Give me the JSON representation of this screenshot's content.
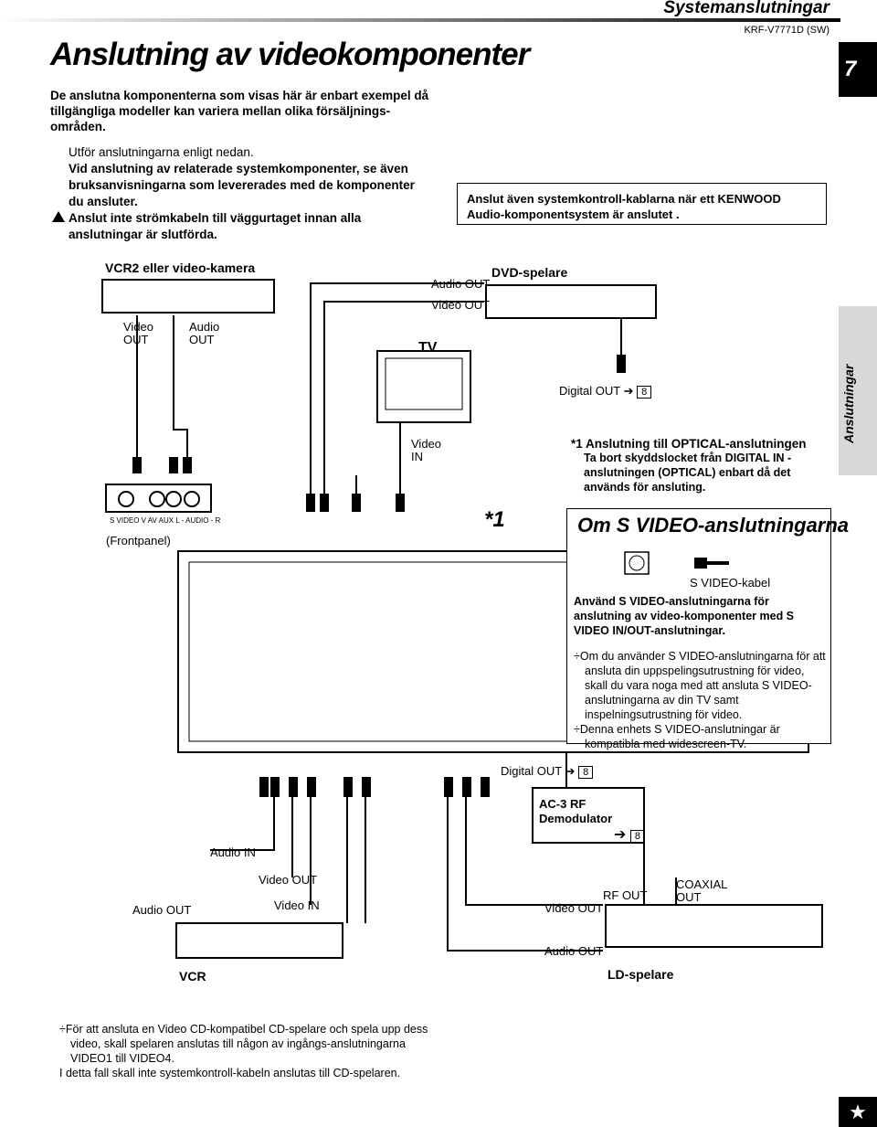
{
  "header": {
    "section": "Systemanslutningar",
    "model": "KRF-V7771D (SW)",
    "page_tab": "7"
  },
  "title": "Anslutning av videokomponenter",
  "intro": "De anslutna komponenterna som visas här är enbart exempel då tillgängliga modeller kan variera mellan olika försäljnings-områden.",
  "steps": {
    "line1": "Utför anslutningarna enligt nedan.",
    "line2": "Vid anslutning av relaterade systemkomponenter, se även bruksanvisningarna som levererades med de komponenter du ansluter.",
    "line3": "Anslut inte strömkabeln till väggurtaget innan alla anslutningar är slutförda."
  },
  "system_box": "Anslut även systemkontroll-kablarna när ett KENWOOD Audio-komponentsystem är anslutet .",
  "side_tab": "Anslutningar",
  "labels": {
    "vcr2": "VCR2 eller video-kamera",
    "dvd": "DVD-spelare",
    "tv": "TV",
    "video_out": "Video OUT",
    "audio_out": "Audio OUT",
    "video": "Video",
    "out": "OUT",
    "audio": "Audio",
    "video_in": "Video IN",
    "in": "IN",
    "digital_out": "Digital OUT",
    "frontpanel": "(Frontpanel)",
    "ref": "8",
    "asterisk": "*1",
    "ac3_1": "AC-3 RF",
    "ac3_2": "Demodulator",
    "audio_in": "Audio IN",
    "rf_out": "RF OUT",
    "coaxial": "COAXIAL",
    "vcr": "VCR",
    "ld": "LD-spelare",
    "front_jacks": "S VIDEO    V  AV AUX  L - AUDIO - R"
  },
  "note1": {
    "heading": "*1 Anslutning till OPTICAL-anslutningen",
    "body": "Ta bort skyddslocket från DIGITAL IN - anslutningen (OPTICAL) enbart då det används för ansluting."
  },
  "svideo": {
    "title": "Om S VIDEO-anslutningarna",
    "cable": "S VIDEO-kabel",
    "bold": "Använd S VIDEO-anslutningarna för anslutning av video-komponenter med S VIDEO IN/OUT-anslutningar.",
    "item1": "Om du använder S VIDEO-anslutningarna för att ansluta din uppspelingsutrustning för video, skall du vara noga med att ansluta S VIDEO-anslutningarna av din TV samt inspelningsutrustning för video.",
    "item2": "Denna enhets S VIDEO-anslutningar är kompatibla med widescreen-TV."
  },
  "footnote": {
    "line1": "För att ansluta en Video CD-kompatibel CD-spelare och spela upp dess video, skall spelaren anslutas till någon av ingångs-anslutningarna VIDEO1 till VIDEO4.",
    "line2": "I detta fall skall inte systemkontroll-kabeln anslutas till CD-spelaren."
  }
}
